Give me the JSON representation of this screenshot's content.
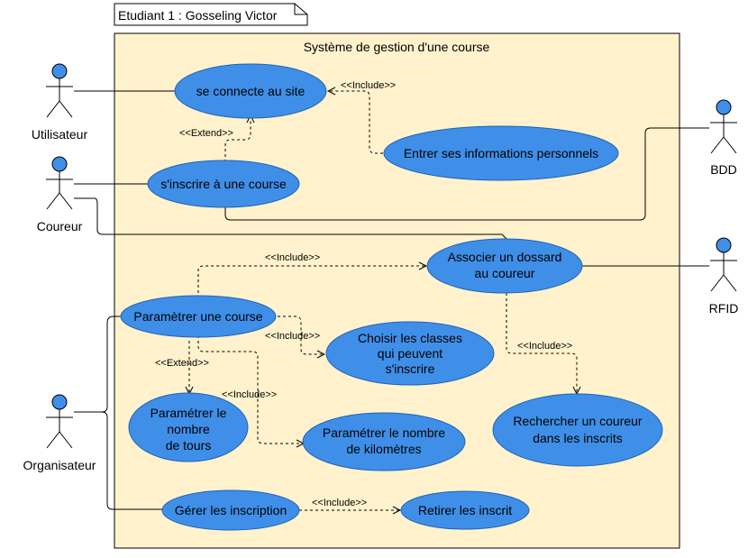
{
  "frame": {
    "title": "Etudiant 1 : Gosseling Victor"
  },
  "system": {
    "title": "Système de gestion d'une course"
  },
  "colors": {
    "system_fill": "#fff2cc",
    "system_stroke": "#000000",
    "usecase_fill": "#3f8fe8",
    "usecase_stroke": "#1e63b8"
  },
  "actors": {
    "utilisateur": "Utilisateur",
    "coureur": "Coureur",
    "organisateur": "Organisateur",
    "bdd": "BDD",
    "rfid": "RFID"
  },
  "usecases": {
    "connecte": [
      "se connecte au site"
    ],
    "informations": [
      "Entrer ses informations personnels"
    ],
    "inscrire": [
      "s'inscrire à une course"
    ],
    "dossard": [
      "Associer un dossard",
      "au coureur"
    ],
    "parametrer": [
      "Paramètrer une course"
    ],
    "classes": [
      "Choisir les classes",
      "qui peuvent",
      "s'inscrire"
    ],
    "tours": [
      "Paramétrer le",
      "nombre",
      "de tours"
    ],
    "kilometres": [
      "Paramétrer le nombre",
      "de kilomètres"
    ],
    "rechercher": [
      "Rechercher un coureur",
      "dans les inscrits"
    ],
    "gerer": [
      "Gérer les inscription"
    ],
    "retirer": [
      "Retirer les inscrit"
    ]
  },
  "relations": {
    "include": "<<Include>>",
    "extend": "<<Extend>>"
  }
}
